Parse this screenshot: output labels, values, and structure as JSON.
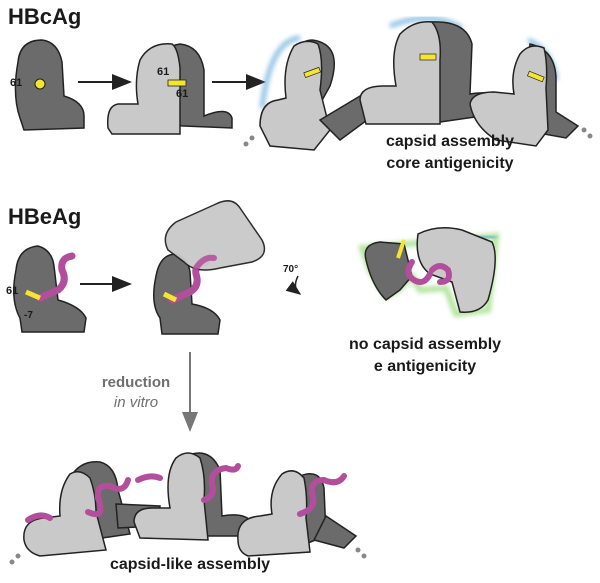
{
  "sections": {
    "hbcag": {
      "title": "HBcAg",
      "caption_line1": "capsid assembly",
      "caption_line2": "core antigenicity"
    },
    "hbeag": {
      "title": "HBeAg",
      "rotation_label": "70°",
      "caption_line1": "no capsid assembly",
      "caption_line2": "e antigenicity"
    },
    "reduction": {
      "label": "reduction",
      "label_italic": "in vitro",
      "caption": "capsid-like assembly"
    }
  },
  "residue_labels": {
    "r61": "61",
    "r_minus7": "-7"
  },
  "colors": {
    "dark_gray": "#6b6b6b",
    "light_gray": "#c9c9c9",
    "yellow": "#f4e52e",
    "magenta": "#b24e9b",
    "blue_glow": "#5fa8d8",
    "green_glow": "#7fd35c",
    "arrow": "#222222"
  }
}
